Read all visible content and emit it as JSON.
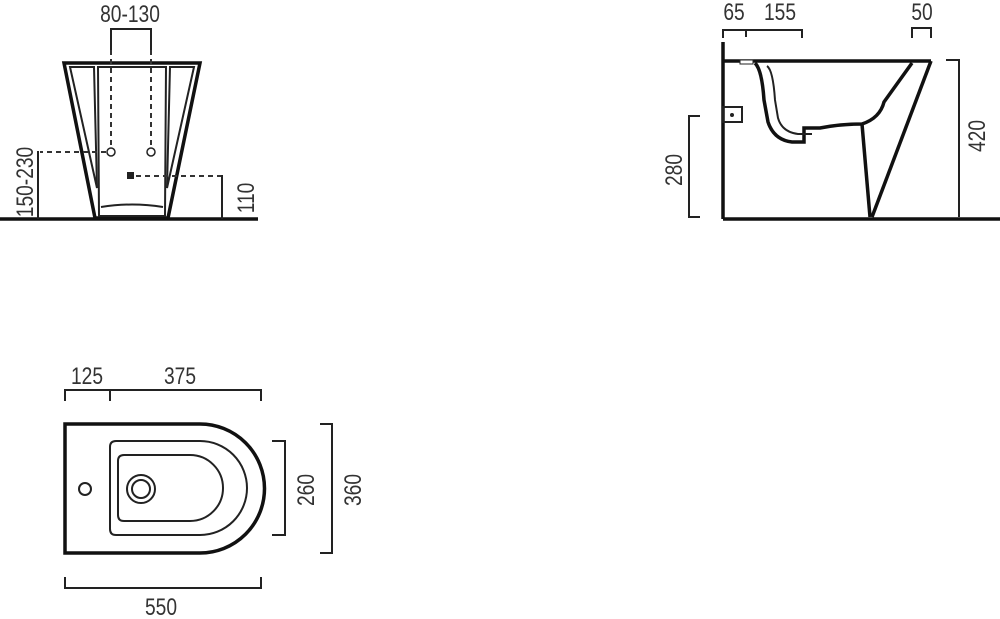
{
  "front_view": {
    "dim_supply_spacing": "80-130",
    "dim_supply_height": "150-230",
    "dim_waste_height": "110"
  },
  "side_view": {
    "dim_back_offset": "65",
    "dim_hole_to_bowl": "155",
    "dim_front_rim": "50",
    "dim_waste_height": "280",
    "dim_total_height": "420"
  },
  "plan_view": {
    "dim_tap_offset": "125",
    "dim_bowl_length": "375",
    "dim_bowl_width": "260",
    "dim_total_width": "360",
    "dim_total_length": "550"
  }
}
